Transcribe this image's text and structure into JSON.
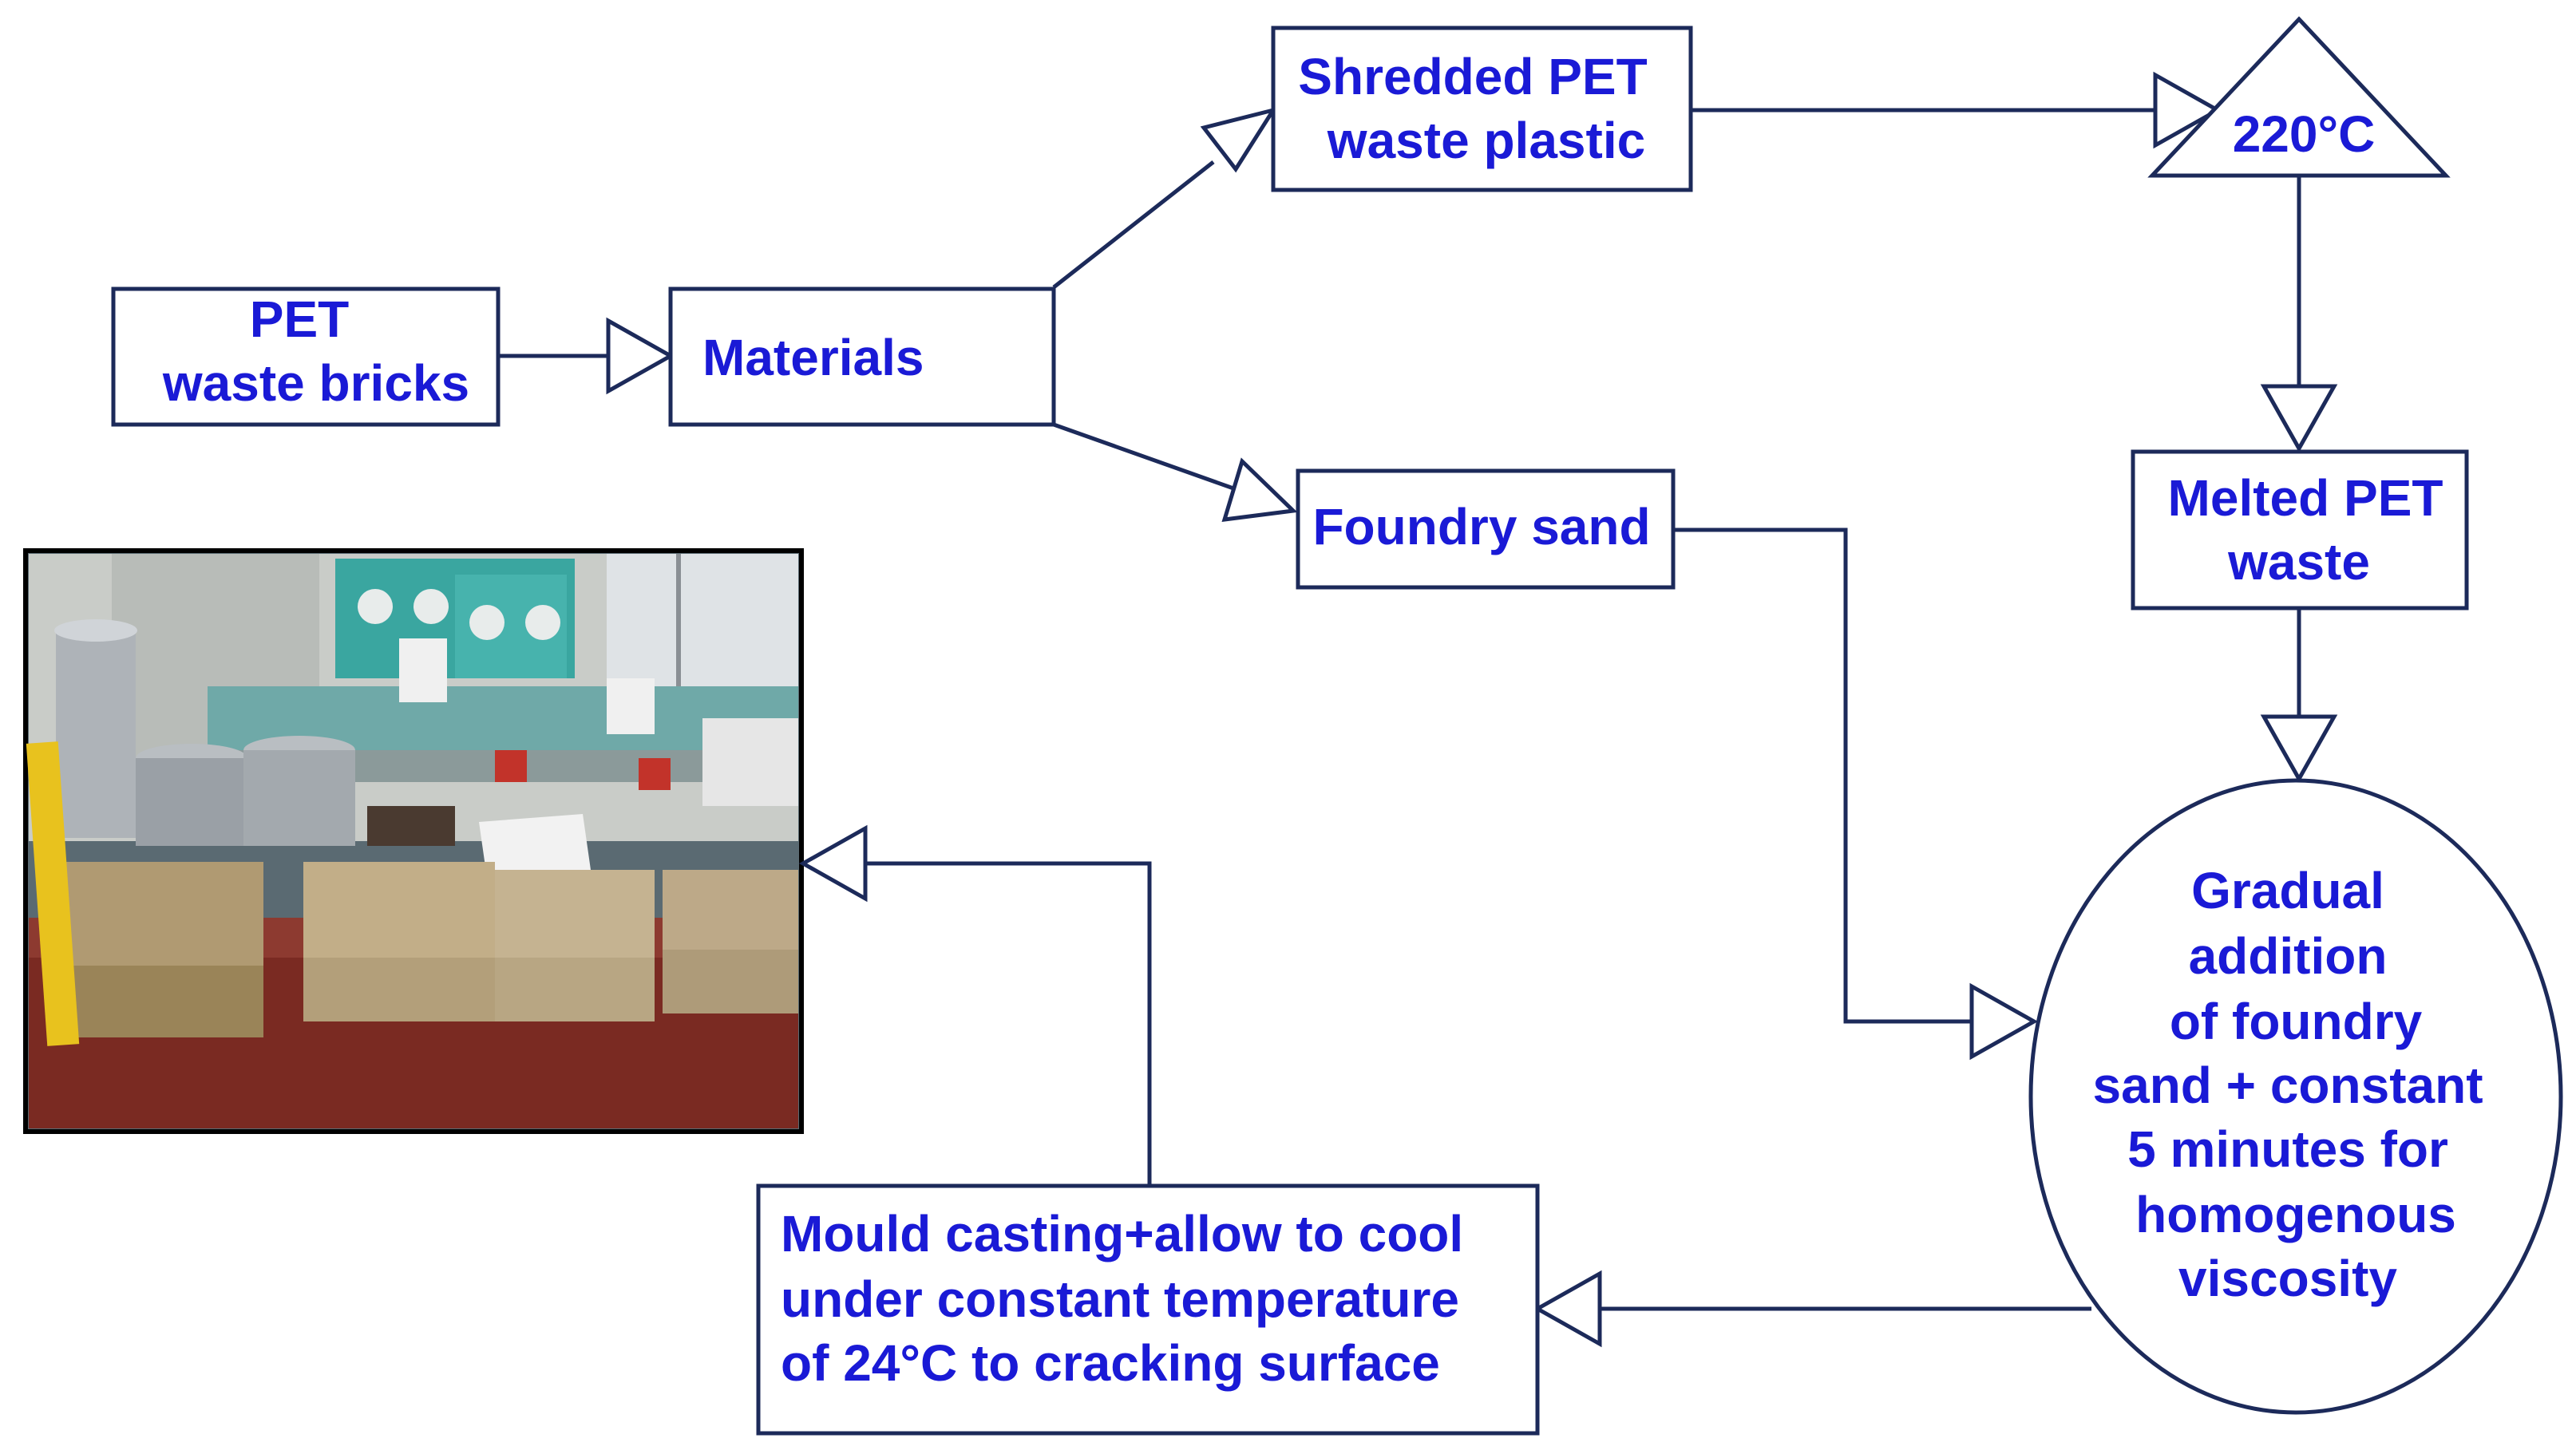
{
  "nodes": {
    "pet_bricks": {
      "lines": [
        "PET",
        "waste bricks"
      ]
    },
    "materials": {
      "lines": [
        "Materials"
      ]
    },
    "shredded": {
      "lines": [
        "Shredded PET",
        "waste plastic"
      ]
    },
    "temperature": {
      "lines": [
        "220°C"
      ]
    },
    "foundry_sand": {
      "lines": [
        "Foundry sand"
      ]
    },
    "melted": {
      "lines": [
        "Melted PET",
        "waste"
      ]
    },
    "gradual": {
      "lines": [
        "Gradual",
        "addition",
        "of foundry",
        "sand + constant",
        "5 minutes for",
        "homogenous",
        "viscosity"
      ]
    },
    "mould": {
      "lines": [
        "Mould casting+allow to cool",
        "under constant temperature",
        "of 24°C to cracking surface"
      ]
    }
  },
  "photo": {
    "subject": "lab bench with cast PET-sand bricks, sieves and yellow ruler"
  },
  "colors": {
    "text": "#1a1ad6",
    "stroke": "#1c2a5a",
    "background": "#ffffff"
  }
}
